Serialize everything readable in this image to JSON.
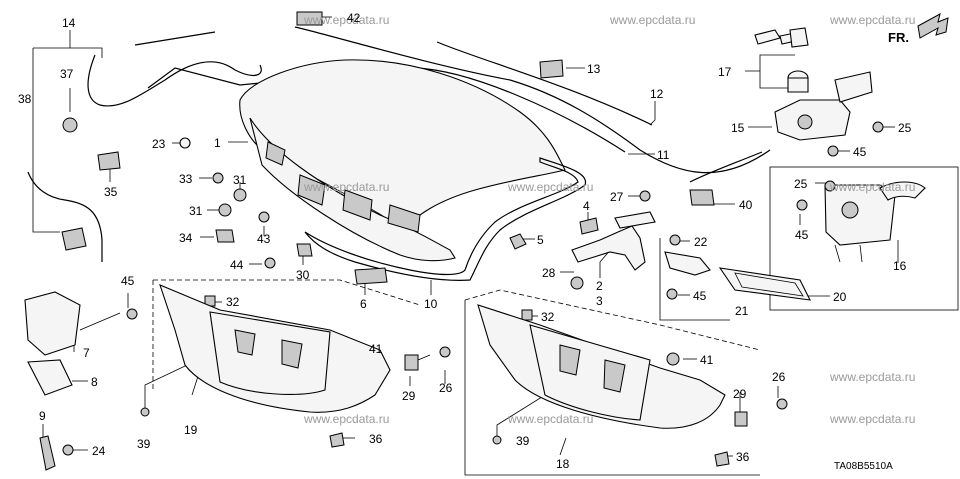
{
  "watermark": "www.epcdata.ru",
  "diagram_code": "TA08B5510A",
  "front_marker": "FR.",
  "callouts": [
    {
      "id": "c1",
      "text": "1"
    },
    {
      "id": "c2",
      "text": "2"
    },
    {
      "id": "c3",
      "text": "3"
    },
    {
      "id": "c4",
      "text": "4"
    },
    {
      "id": "c5",
      "text": "5"
    },
    {
      "id": "c6",
      "text": "6"
    },
    {
      "id": "c7",
      "text": "7"
    },
    {
      "id": "c8",
      "text": "8"
    },
    {
      "id": "c9",
      "text": "9"
    },
    {
      "id": "c10",
      "text": "10"
    },
    {
      "id": "c11",
      "text": "11"
    },
    {
      "id": "c12",
      "text": "12"
    },
    {
      "id": "c13",
      "text": "13"
    },
    {
      "id": "c14",
      "text": "14"
    },
    {
      "id": "c15",
      "text": "15"
    },
    {
      "id": "c16",
      "text": "16"
    },
    {
      "id": "c17",
      "text": "17"
    },
    {
      "id": "c18",
      "text": "18"
    },
    {
      "id": "c19",
      "text": "19"
    },
    {
      "id": "c20",
      "text": "20"
    },
    {
      "id": "c21",
      "text": "21"
    },
    {
      "id": "c22",
      "text": "22"
    },
    {
      "id": "c23",
      "text": "23"
    },
    {
      "id": "c24",
      "text": "24"
    },
    {
      "id": "c25a",
      "text": "25"
    },
    {
      "id": "c25b",
      "text": "25"
    },
    {
      "id": "c26a",
      "text": "26"
    },
    {
      "id": "c26b",
      "text": "26"
    },
    {
      "id": "c27",
      "text": "27"
    },
    {
      "id": "c28",
      "text": "28"
    },
    {
      "id": "c29a",
      "text": "29"
    },
    {
      "id": "c29b",
      "text": "29"
    },
    {
      "id": "c30",
      "text": "30"
    },
    {
      "id": "c31a",
      "text": "31"
    },
    {
      "id": "c31b",
      "text": "31"
    },
    {
      "id": "c32a",
      "text": "32"
    },
    {
      "id": "c32b",
      "text": "32"
    },
    {
      "id": "c33",
      "text": "33"
    },
    {
      "id": "c34",
      "text": "34"
    },
    {
      "id": "c35",
      "text": "35"
    },
    {
      "id": "c36a",
      "text": "36"
    },
    {
      "id": "c36b",
      "text": "36"
    },
    {
      "id": "c37",
      "text": "37"
    },
    {
      "id": "c38",
      "text": "38"
    },
    {
      "id": "c39a",
      "text": "39"
    },
    {
      "id": "c39b",
      "text": "39"
    },
    {
      "id": "c40",
      "text": "40"
    },
    {
      "id": "c41a",
      "text": "41"
    },
    {
      "id": "c41b",
      "text": "41"
    },
    {
      "id": "c42",
      "text": "42"
    },
    {
      "id": "c43",
      "text": "43"
    },
    {
      "id": "c44",
      "text": "44"
    },
    {
      "id": "c45a",
      "text": "45"
    },
    {
      "id": "c45b",
      "text": "45"
    },
    {
      "id": "c45c",
      "text": "45"
    },
    {
      "id": "c45d",
      "text": "45"
    }
  ]
}
